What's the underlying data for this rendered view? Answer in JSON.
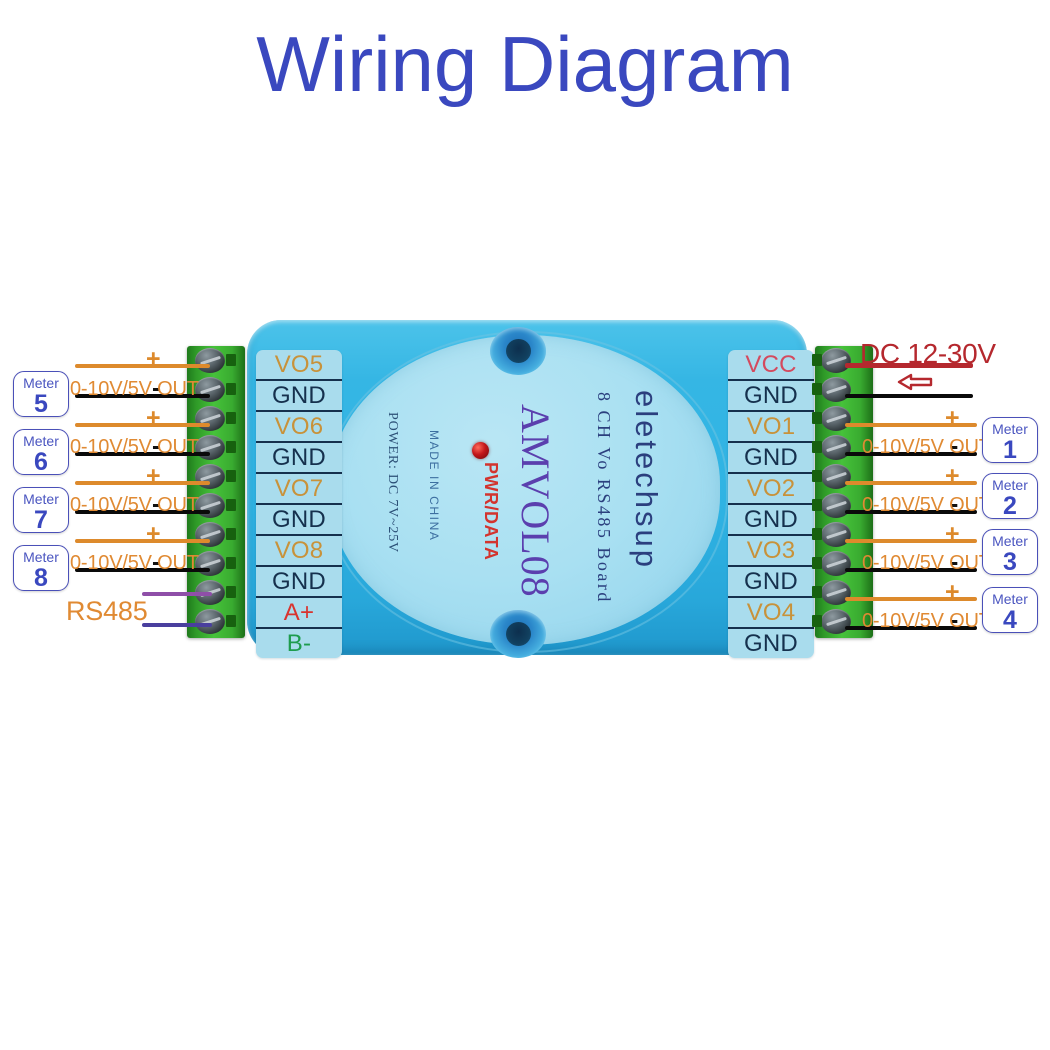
{
  "page": {
    "title": "Wiring Diagram",
    "title_color": "#3a48bf",
    "background": "#ffffff"
  },
  "device": {
    "name": "AMVOL08",
    "brand": "eletechsup",
    "subtitle": "8 CH Vo RS485 Board",
    "led_label": "PWR/DATA",
    "origin": "MADE IN CHINA",
    "power_spec": "POWER:  DC  7V~25V",
    "body_color": "#2fb3e3",
    "label_strip_color": "#a9dced"
  },
  "terminals": {
    "left_block": [
      {
        "label": "VO5",
        "color": "#c8923a",
        "type": "output"
      },
      {
        "label": "GND",
        "color": "#15304d",
        "type": "ground"
      },
      {
        "label": "VO6",
        "color": "#c8923a",
        "type": "output"
      },
      {
        "label": "GND",
        "color": "#15304d",
        "type": "ground"
      },
      {
        "label": "VO7",
        "color": "#c8923a",
        "type": "output"
      },
      {
        "label": "GND",
        "color": "#15304d",
        "type": "ground"
      },
      {
        "label": "VO8",
        "color": "#c8923a",
        "type": "output"
      },
      {
        "label": "GND",
        "color": "#15304d",
        "type": "ground"
      },
      {
        "label": "A+",
        "color": "#d9332e",
        "type": "rs485"
      },
      {
        "label": "B-",
        "color": "#1d9c4e",
        "type": "rs485"
      }
    ],
    "right_block": [
      {
        "label": "VCC",
        "color": "#d44a5e",
        "type": "power"
      },
      {
        "label": "GND",
        "color": "#15304d",
        "type": "ground"
      },
      {
        "label": "VO1",
        "color": "#c8923a",
        "type": "output"
      },
      {
        "label": "GND",
        "color": "#15304d",
        "type": "ground"
      },
      {
        "label": "VO2",
        "color": "#c8923a",
        "type": "output"
      },
      {
        "label": "GND",
        "color": "#15304d",
        "type": "ground"
      },
      {
        "label": "VO3",
        "color": "#c8923a",
        "type": "output"
      },
      {
        "label": "GND",
        "color": "#15304d",
        "type": "ground"
      },
      {
        "label": "VO4",
        "color": "#c8923a",
        "type": "output"
      },
      {
        "label": "GND",
        "color": "#15304d",
        "type": "ground"
      }
    ]
  },
  "annotations": {
    "output_label": "0-10V/5V OUT",
    "plus": "+",
    "minus": "-",
    "rs485_label": "RS485",
    "power_label": "DC 12-30V",
    "power_wire_color": "#b5282e",
    "signal_wire_color": "#dd8a2c",
    "ground_wire_color": "#0a0a0a",
    "rs485_a_wire_color": "#8f4fa8",
    "rs485_b_wire_color": "#4a3f9e"
  },
  "meters": {
    "prefix": "Meter",
    "left": [
      {
        "number": "5",
        "connects_to": "VO5"
      },
      {
        "number": "6",
        "connects_to": "VO6"
      },
      {
        "number": "7",
        "connects_to": "VO7"
      },
      {
        "number": "8",
        "connects_to": "VO8"
      }
    ],
    "right": [
      {
        "number": "1",
        "connects_to": "VO1"
      },
      {
        "number": "2",
        "connects_to": "VO2"
      },
      {
        "number": "3",
        "connects_to": "VO3"
      },
      {
        "number": "4",
        "connects_to": "VO4"
      }
    ]
  }
}
